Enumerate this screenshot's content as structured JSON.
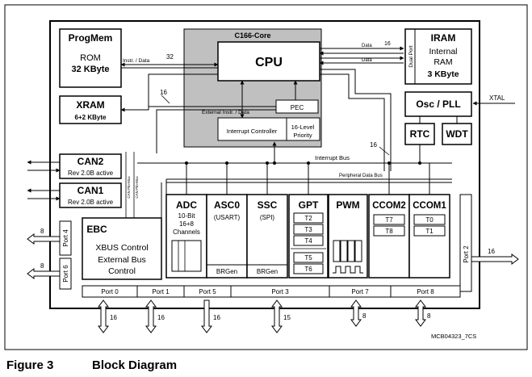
{
  "core": {
    "label": "C166-Core",
    "cpu": "CPU",
    "pec": "PEC",
    "interrupt_controller": "Interrupt Controller",
    "priority_line1": "16-Level",
    "priority_line2": "Priority"
  },
  "progmem": {
    "title": "ProgMem",
    "line1": "ROM",
    "line2": "32 KByte"
  },
  "iram": {
    "title": "IRAM",
    "line1": "Internal",
    "line2": "RAM",
    "line3": "3 KByte",
    "port_label": "Dual Port"
  },
  "xram": {
    "title": "XRAM",
    "size": "6+2 KByte"
  },
  "osc": {
    "title": "Osc / PLL",
    "xtal": "XTAL"
  },
  "rtc": "RTC",
  "wdt": "WDT",
  "can2": {
    "title": "CAN2",
    "sub": "Rev 2.0B active"
  },
  "can1": {
    "title": "CAN1",
    "sub": "Rev 2.0B active"
  },
  "ebc": {
    "title": "EBC",
    "line1": "XBUS Control",
    "line2": "External Bus",
    "line3": "Control"
  },
  "adc": {
    "title": "ADC",
    "line1": "10-Bit",
    "line2": "16+8",
    "line3": "Channels"
  },
  "asc0": {
    "title": "ASC0",
    "sub": "(USART)",
    "brgen": "BRGen"
  },
  "ssc": {
    "title": "SSC",
    "sub": "(SPI)",
    "brgen": "BRGen"
  },
  "gpt": {
    "title": "GPT",
    "timers": [
      "T2",
      "T3",
      "T4",
      "T5",
      "T6"
    ]
  },
  "pwm": "PWM",
  "ccom2": {
    "title": "CCOM2",
    "timers": [
      "T7",
      "T8"
    ]
  },
  "ccom1": {
    "title": "CCOM1",
    "timers": [
      "T0",
      "T1"
    ]
  },
  "buses": {
    "instr_data": "Instr. / Data",
    "data": "Data",
    "ext_instr_data": "External Instr. / Data",
    "interrupt_bus": "Interrupt Bus",
    "peripheral_data_bus": "Peripheral Data Bus",
    "can_pin_mux": "CAN Pin-Mux",
    "can_pin_mux_2": "CAN Pin-Mux"
  },
  "widths": {
    "w32": "32",
    "w16": "16"
  },
  "ports": {
    "port4": "Port 4",
    "port6": "Port 6",
    "port2": "Port 2",
    "port0": "Port 0",
    "port1": "Port 1",
    "port5": "Port 5",
    "port3": "Port 3",
    "port7": "Port 7",
    "port8": "Port 8"
  },
  "port_widths": {
    "port4": "8",
    "port6": "8",
    "port2": "16",
    "port0": "16",
    "port1": "16",
    "port5": "16",
    "port3": "15",
    "port7": "8",
    "port8": "8"
  },
  "doc_id": "MCB04323_7CS",
  "figure": {
    "number": "Figure 3",
    "title": "Block Diagram"
  }
}
